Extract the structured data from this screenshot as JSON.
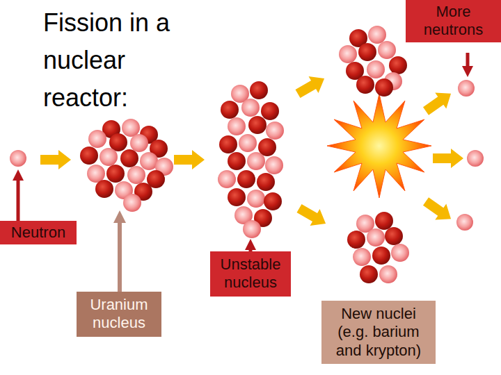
{
  "diagram": {
    "title": "Fission in a nuclear reactor:",
    "nodes": [
      {
        "text": [
          "Neutron"
        ]
      },
      {
        "text": [
          "Uranium nucleus"
        ]
      },
      {
        "text": [
          "Unstable nucleus"
        ]
      },
      {
        "text": [
          "New nuclei (e.g. barium and krypton)"
        ]
      },
      {
        "text": [
          "More neutrons"
        ]
      }
    ]
  }
}
